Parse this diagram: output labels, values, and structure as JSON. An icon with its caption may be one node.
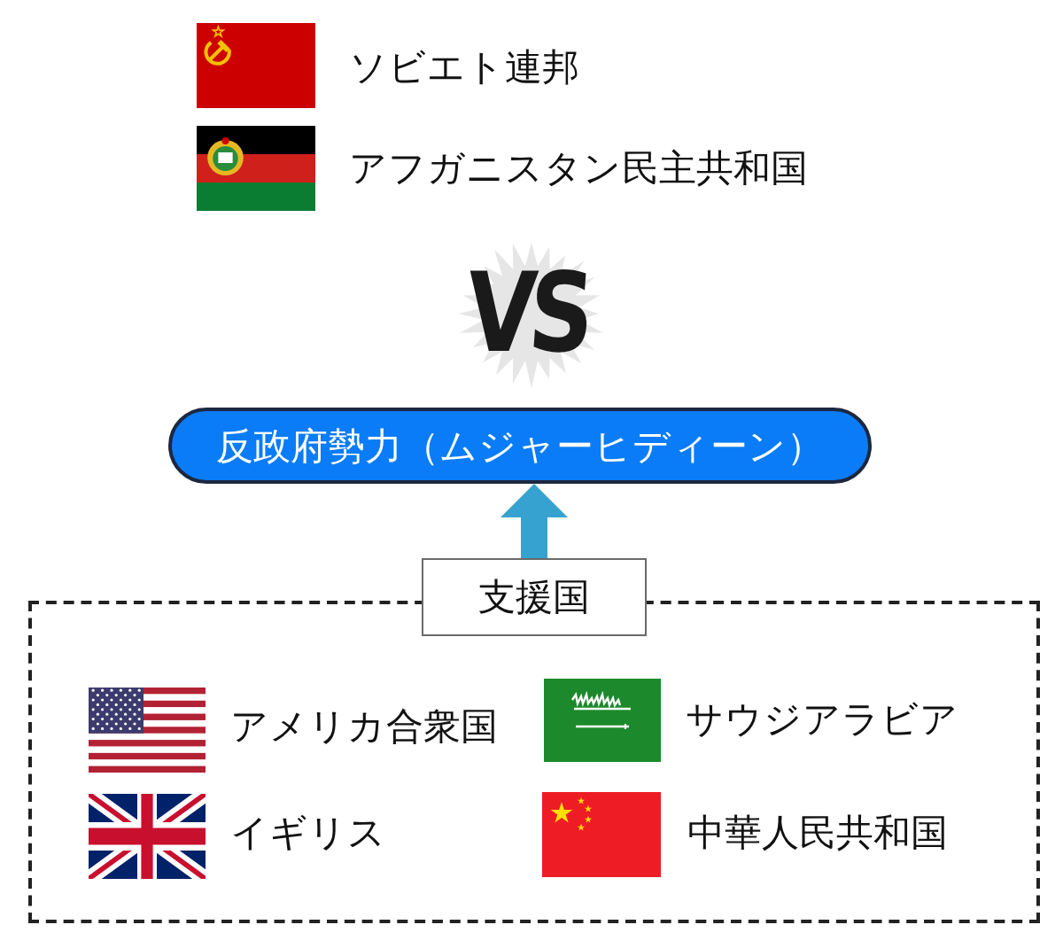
{
  "diagram": {
    "nodes": [
      {
        "text": [
          "反政府勢力（ムジャーヒディーン）"
        ]
      },
      {
        "text": [
          "支援国"
        ]
      },
      {
        "text": [
          "アメリカ合衆国",
          "サウジアラビア",
          "イギリス",
          "中華人民共和国"
        ]
      }
    ],
    "edges": [
      {
        "from": 1,
        "to": 0,
        "arrow": "to",
        "color": "#36a2cf"
      }
    ],
    "labels": [
      "ソビエト連邦",
      "アフガニスタン民主共和国",
      "VS"
    ]
  }
}
